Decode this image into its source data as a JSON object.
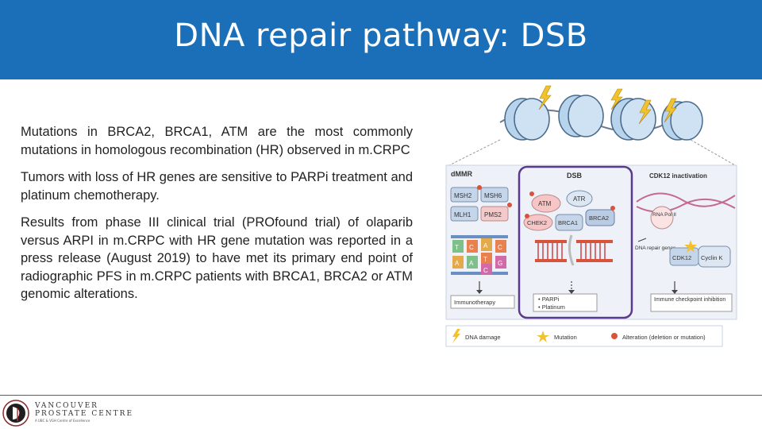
{
  "slide": {
    "title": "DNA repair pathway: DSB",
    "paragraphs": [
      "Mutations in BRCA2, BRCA1, ATM are the most commonly mutations in homologous recombination (HR) observed in m.CRPC",
      "Tumors with loss of HR genes are sensitive to PARPi treatment and platinum chemotherapy.",
      "Results from phase III clinical trial (PROfound trial) of olaparib versus ARPI in m.CRPC with HR gene mutation was reported in a press release (August 2019) to have met its primary end point of radiographic PFS in m.CRPC patients with BRCA1, BRCA2 or ATM genomic alterations."
    ]
  },
  "figure": {
    "panels": {
      "dmmr": {
        "title": "dMMR",
        "proteins": [
          "MSH2",
          "MSH6",
          "MLH1",
          "PMS2"
        ],
        "bases": [
          "T",
          "A",
          "C",
          "A",
          "C",
          "A",
          "T",
          "C",
          "G"
        ],
        "outcome": "Immunotherapy"
      },
      "dsb": {
        "title": "DSB",
        "proteins": [
          "ATM",
          "ATR",
          "CHEK2",
          "BRCA1",
          "BRCA2"
        ],
        "outcome_items": [
          "PARPi",
          "Platinum"
        ]
      },
      "cdk12": {
        "title": "CDK12 inactivation",
        "rna_pol": "RNA Pol II",
        "dna_repair_genes": "DNA repair genes",
        "complex": [
          "CDK12",
          "Cyclin K"
        ],
        "outcome": "Immune checkpoint inhibition"
      }
    },
    "legend": {
      "dna_damage": "DNA damage",
      "mutation": "Mutation",
      "alteration": "Alteration (deletion or mutation)"
    },
    "colors": {
      "dmmr_protein": "#c5d6ea",
      "pms2_protein": "#f4c9c9",
      "atm": "#f7c5c5",
      "brca": "#b9cce4",
      "purple_box": "#5b3a8c",
      "panel_bg": "#eef2f8"
    }
  },
  "footer": {
    "logo_line1": "VANCOUVER",
    "logo_line2": "PROSTATE CENTRE",
    "logo_line3": "A UBC & VGH Centre of Excellence"
  },
  "colors": {
    "header": "#1a6fb8"
  }
}
